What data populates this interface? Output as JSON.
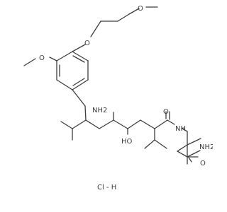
{
  "molecule": {
    "labels": {
      "o_methoxy_ether": "O",
      "o_propoxy": "O",
      "o_aryl_methoxy": "O",
      "nh2_amine": "NH2",
      "ho_hydroxyl": "HO",
      "o_amide": "O",
      "nh_amide": "NH",
      "nh2_terminal": "NH2",
      "o_terminal": "O"
    },
    "salt_label": "Cl - H"
  }
}
